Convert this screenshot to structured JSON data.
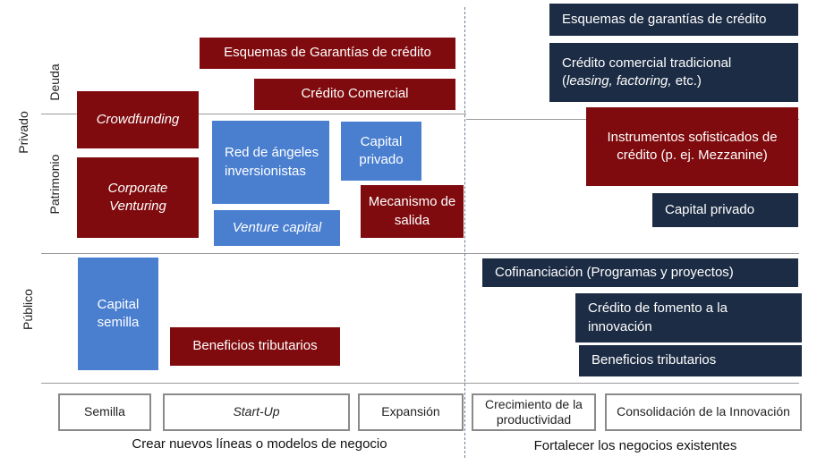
{
  "axis_labels": {
    "privado": "Privado",
    "deuda": "Deuda",
    "patrimonio": "Patrimonio",
    "publico": "Público"
  },
  "left_boxes": {
    "esquemas_garantias": "Esquemas de Garantías de crédito",
    "credito_comercial": "Crédito Comercial",
    "crowdfunding": "Crowdfunding",
    "corporate_venturing": "Corporate Venturing",
    "red_angeles": "Red de ángeles inversionistas",
    "capital_privado": "Capital privado",
    "mecanismo_salida": "Mecanismo de salida",
    "venture_capital": "Venture capital",
    "capital_semilla": "Capital semilla",
    "beneficios_tributarios": "Beneficios tributarios"
  },
  "right_boxes": {
    "esquemas_garantias": "Esquemas de garantías de crédito",
    "credito_tradicional_line1": "Crédito comercial tradicional",
    "credito_tradicional_italic": "leasing, factoring,",
    "credito_tradicional_rest": " etc.)",
    "instrumentos_sofisticados": "Instrumentos sofisticados de crédito (p. ej. Mezzanine)",
    "capital_privado": "Capital privado",
    "cofinanciacion": "Cofinanciación (Programas y proyectos)",
    "credito_fomento": "Crédito de fomento a la innovación",
    "beneficios_tributarios": "Beneficios tributarios"
  },
  "stages": {
    "semilla": "Semilla",
    "startup": "Start-Up",
    "expansion": "Expansión",
    "crecimiento": "Crecimiento de la productividad",
    "consolidacion": "Consolidación de la Innovación"
  },
  "footer": {
    "left": "Crear nuevos líneas o modelos de negocio",
    "right": "Fortalecer los negocios existentes"
  },
  "colors": {
    "dark_red": "#7f0b0e",
    "blue": "#4a7fd0",
    "navy": "#1c2c44"
  }
}
